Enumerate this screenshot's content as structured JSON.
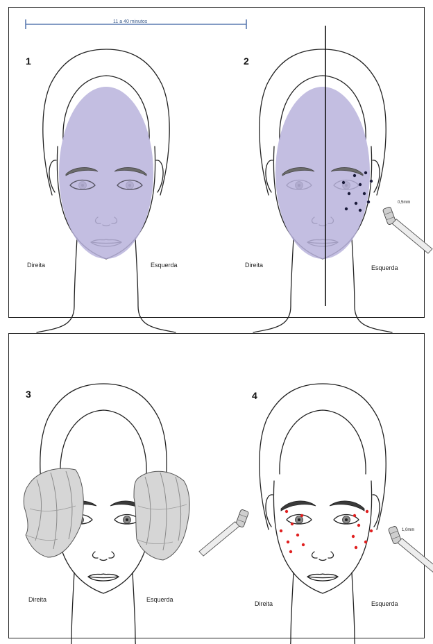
{
  "timeline": {
    "label": "11 a 40 minutos"
  },
  "steps": [
    {
      "number": "1",
      "right_label": "Direita",
      "left_label": "Esquerda"
    },
    {
      "number": "2",
      "right_label": "Direita",
      "left_label": "Esquerda",
      "roller_label": "0,5mm",
      "dot_color": "#1a1a3a"
    },
    {
      "number": "3",
      "right_label": "Direita",
      "left_label": "Esquerda"
    },
    {
      "number": "4",
      "right_label": "Direita",
      "left_label": "Esquerda",
      "roller_label": "1,0mm",
      "dot_color": "#e02020"
    }
  ],
  "colors": {
    "anesthetic_overlay": "#b8b3dc",
    "timeline": "#5a7ab0"
  }
}
